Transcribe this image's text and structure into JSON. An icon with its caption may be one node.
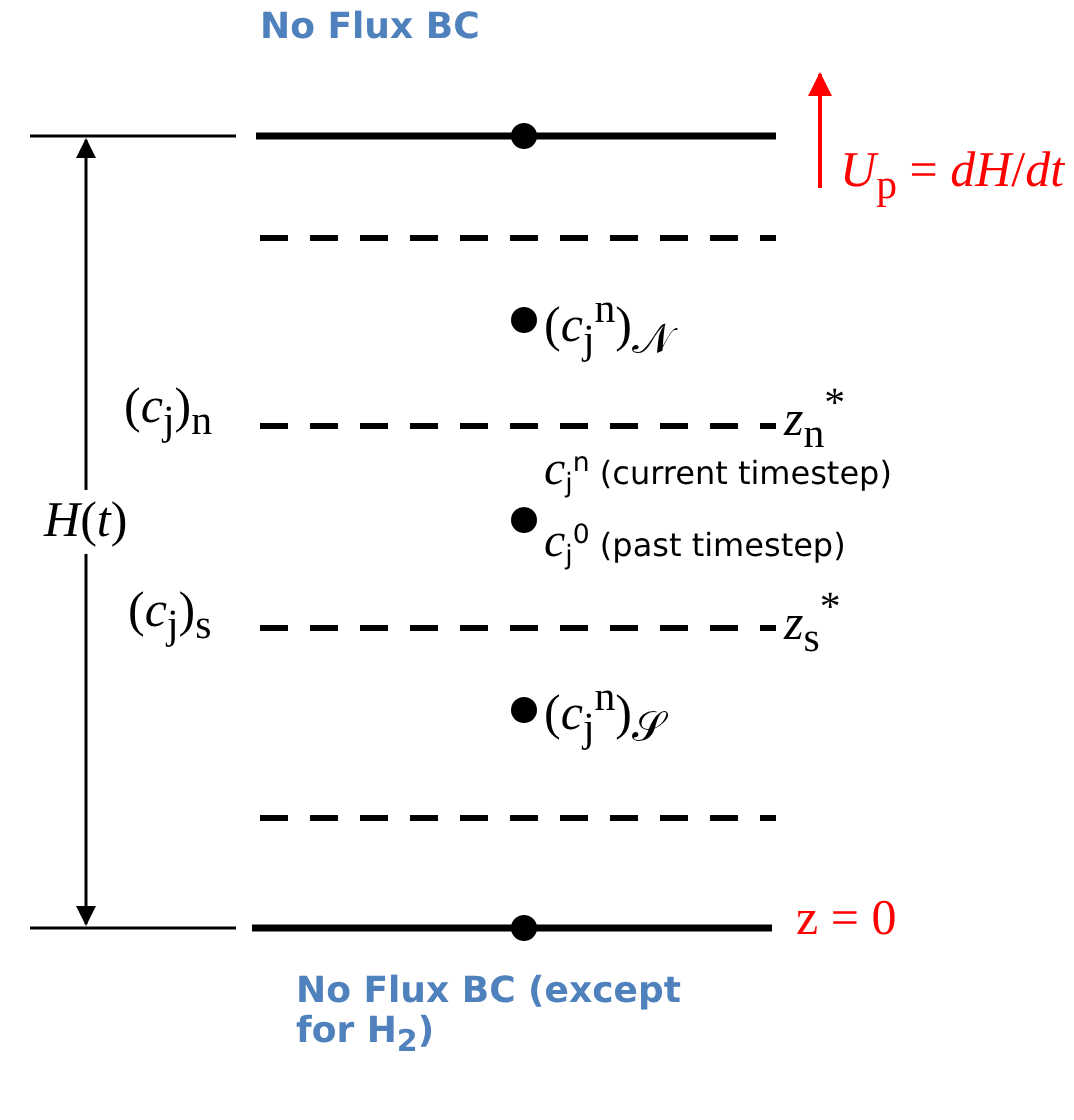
{
  "diagram": {
    "labels": [
      "No Flux BC",
      "*U*$_{p}$ = *dH*/*dt*",
      "(*c*$_{j}$$^{n}$)$_{𝒩}$",
      "(*c*$_{j}$)$_{n}$",
      "*z*$_{n}$$^{*}$",
      "*H*(*t*)",
      "*c*$_{j}$$^{n}$ (current timestep)",
      "*c*$_{j}$$^{0}$ (past timestep)",
      "(*c*$_{j}$)$_{s}$",
      "*z*$_{s}$$^{*}$",
      "(*c*$_{j}$$^{n}$)$_{𝒮}$",
      "z = 0",
      "No Flux BC (except for H$_{2}$)"
    ]
  }
}
